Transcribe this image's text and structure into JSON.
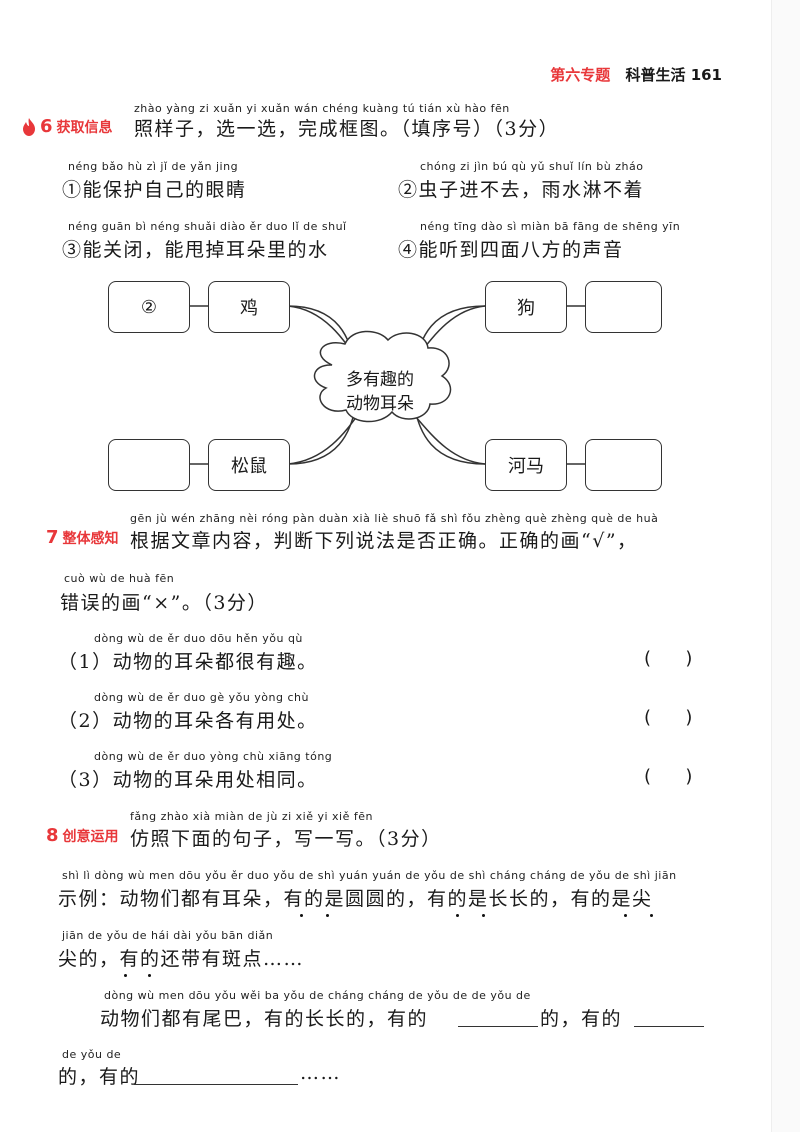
{
  "header": {
    "section": "第六专题",
    "title": "科普生活",
    "page": "161"
  },
  "q6": {
    "number": "6",
    "tag": "获取信息",
    "pinyin": "zhào yàng zi    xuǎn yi xuǎn   wán chéng kuàng tú              tián xù hào              fēn",
    "text": "照样子，选一选，完成框图。（填序号）（3分）",
    "options": [
      {
        "pinyin": "néng bǎo hù  zì  jǐ  de yǎn jing",
        "text": "①能保护自己的眼睛"
      },
      {
        "pinyin": "chóng zi  jìn  bú  qù    yǔ  shuǐ  lín  bù zháo",
        "text": "②虫子进不去，雨水淋不着"
      },
      {
        "pinyin": "néng guān  bì   néng shuǎi diào  ěr  duo   lǐ   de  shuǐ",
        "text": "③能关闭，能甩掉耳朵里的水"
      },
      {
        "pinyin": "néng tīng dào  sì  miàn  bā fāng  de shēng yīn",
        "text": "④能听到四面八方的声音"
      }
    ],
    "diagram": {
      "center_line1": "多有趣的",
      "center_line2": "动物耳朵",
      "animals": {
        "chicken": "鸡",
        "dog": "狗",
        "squirrel": "松鼠",
        "hippo": "河马"
      },
      "answers": {
        "chicken": "②",
        "dog": "",
        "squirrel": "",
        "hippo": ""
      }
    }
  },
  "q7": {
    "number": "7",
    "tag": "整体感知",
    "pinyin1": "gēn  jù  wén zhāng nèi róng    pàn duàn xià  liè  shuō  fǎ    shì  fǒu zhèng què       zhèng què  de  huà",
    "text1": "根据文章内容，判断下列说法是否正确。正确的画“√”，",
    "pinyin2": "cuò  wù  de  huà                         fēn",
    "text2": "错误的画“×”。（3分）",
    "items": [
      {
        "pinyin": "dòng wù  de   ěr  duo dōu hěn yǒu  qù",
        "text": "（1）动物的耳朵都很有趣。",
        "paren": "(      )"
      },
      {
        "pinyin": "dòng wù  de   ěr  duo  gè  yǒu yòng chù",
        "text": "（2）动物的耳朵各有用处。",
        "paren": "(      )"
      },
      {
        "pinyin": "dòng wù  de   ěr  duo yòng chù xiāng tóng",
        "text": "（3）动物的耳朵用处相同。",
        "paren": "(      )"
      }
    ]
  },
  "q8": {
    "number": "8",
    "tag": "创意运用",
    "pinyin": "fǎng zhào xià miàn de   jù   zi     xiě  yi  xiě                  fēn",
    "text": "仿照下面的句子，写一写。（3分）",
    "ex_pinyin1": "shì   lì     dòng wù men dōu yǒu  ěr  duo      yǒu  de  shì yuán yuán  de       yǒu  de  shì cháng cháng  de        yǒu  de  shì  jiān",
    "ex_text1": "示例：动物们都有耳朵，有的是圆圆的，有的是长长的，有的是尖",
    "ex_pinyin2": "jiān  de      yǒu  de  hái dài yǒu bān diǎn",
    "ex_text2": "尖的，有的还带有斑点……",
    "task_pinyin1": "dòng wù men dōu yǒu wěi  ba      yǒu  de cháng cháng  de       yǒu  de                             de    yǒu  de",
    "task_text1a": "动物们都有尾巴，有的长长的，有的",
    "task_text1b": "的，有的",
    "task_pinyin2": "de    yǒu  de",
    "task_text2a": "的，有的",
    "task_text2b": "……"
  }
}
